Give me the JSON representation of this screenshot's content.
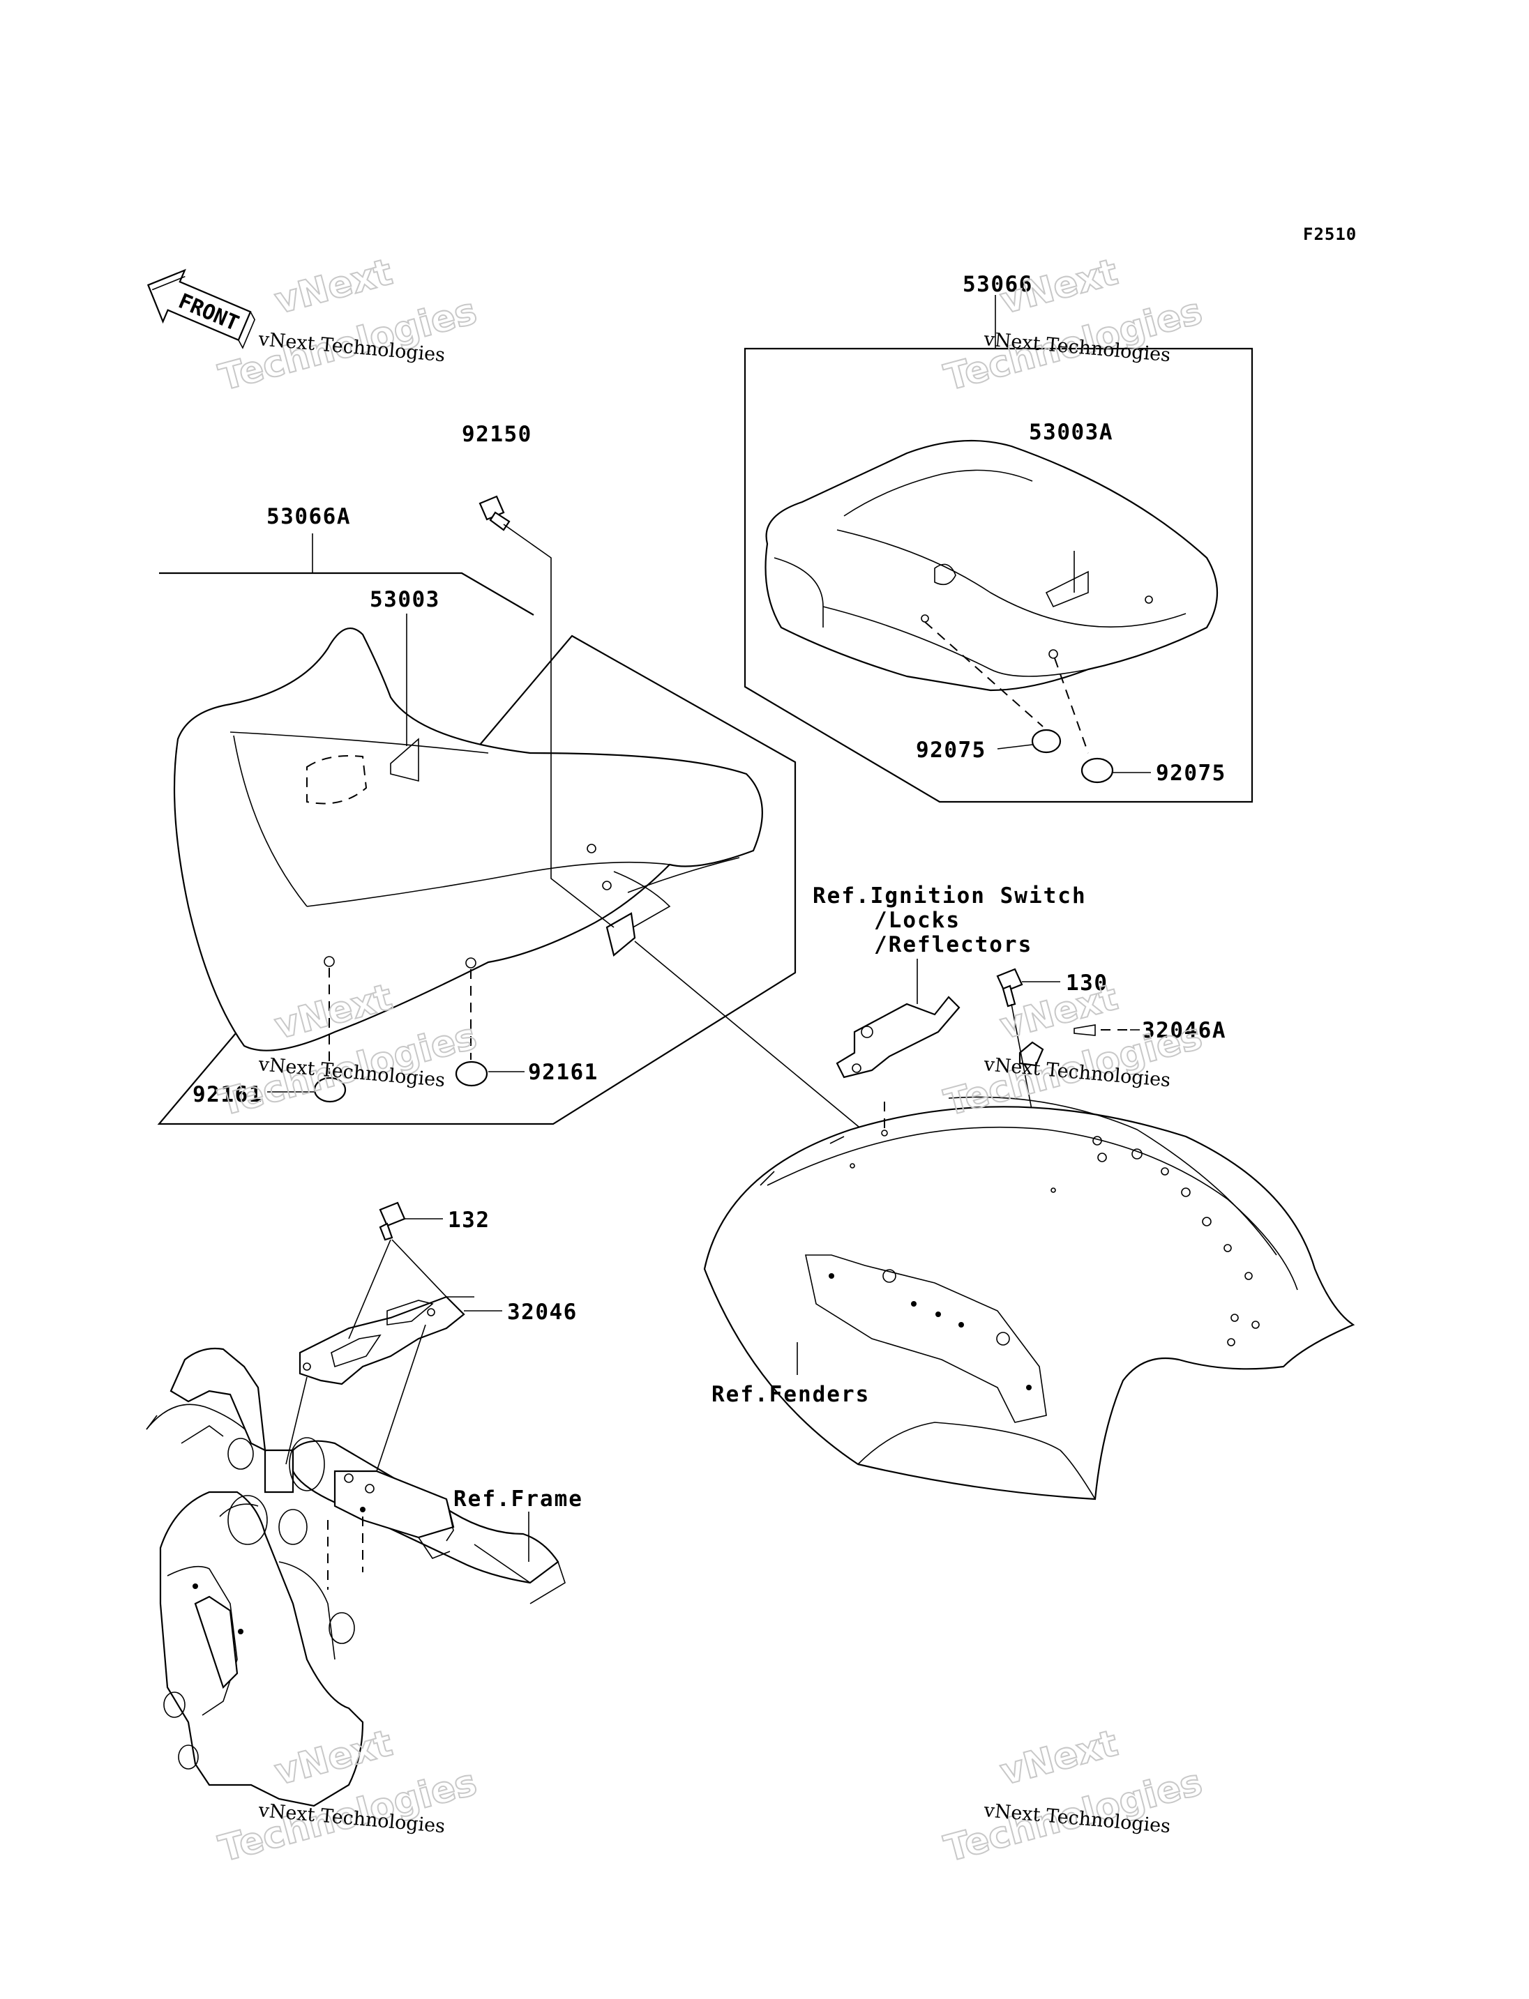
{
  "figure_id": "F2510",
  "front_arrow_label": "FRONT",
  "parts": {
    "p53066": "53066",
    "p53003A": "53003A",
    "p92075_a": "92075",
    "p92075_b": "92075",
    "p53066A": "53066A",
    "p53003": "53003",
    "p92150": "92150",
    "p92161_a": "92161",
    "p92161_b": "92161",
    "p130": "130",
    "p32046A": "32046A",
    "p132": "132",
    "p32046": "32046"
  },
  "references": {
    "ignition_line1": "Ref.Ignition Switch",
    "ignition_line2": "/Locks",
    "ignition_line3": "/Reflectors",
    "fenders": "Ref.Fenders",
    "frame": "Ref.Frame"
  },
  "watermark": {
    "company": "vNext Technologies",
    "big_line1": "vNext",
    "big_line2": "Technologies"
  }
}
